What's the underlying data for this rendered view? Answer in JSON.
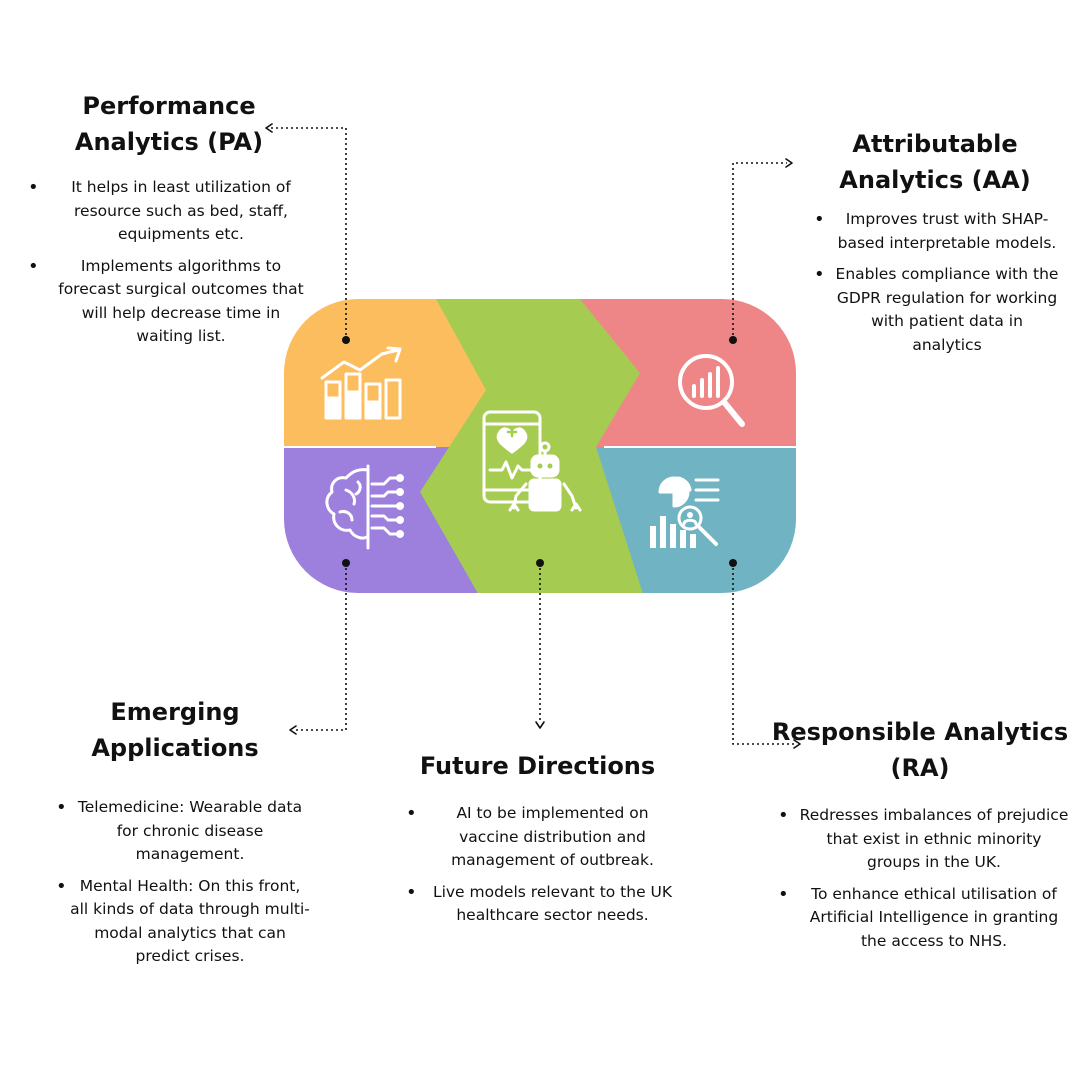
{
  "colors": {
    "orange": "#fcbd5f",
    "green": "#a6cb51",
    "pink": "#ee8586",
    "purple": "#9d7fde",
    "teal": "#70b4c3",
    "icon": "#ffffff",
    "connector": "#111111"
  },
  "blocks": {
    "pa": {
      "title": "Performance Analytics (PA)",
      "items": [
        "It helps in least utilization of resource such as bed, staff, equipments etc.",
        "Implements algorithms to forecast surgical outcomes that will help decrease time in waiting list."
      ]
    },
    "aa": {
      "title": "Attributable Analytics (AA)",
      "items": [
        "Improves trust with SHAP-based interpretable models.",
        "Enables compliance with the GDPR regulation for working with patient data in analytics"
      ]
    },
    "ea": {
      "title": "Emerging Applications",
      "items": [
        "Telemedicine: Wearable data for chronic disease management.",
        "Mental Health: On this front, all kinds of data through multi- modal analytics that can predict crises."
      ]
    },
    "fd": {
      "title": "Future Directions",
      "items": [
        "AI to be implemented on vaccine distribution and management of outbreak.",
        "Live models relevant to the UK healthcare sector needs."
      ]
    },
    "ra": {
      "title": "Responsible Analytics (RA)",
      "items": [
        "Redresses imbalances of prejudice that exist in ethnic minority groups in the UK.",
        "To enhance ethical utilisation of Artificial Intelligence in granting the access to NHS."
      ]
    }
  },
  "icons": {
    "pa": "bar-chart-trend-icon",
    "ea": "brain-circuit-icon",
    "center": "phone-health-robot-icon",
    "aa": "magnifier-chart-icon",
    "ra": "data-analysis-icon"
  },
  "bullet": "•"
}
